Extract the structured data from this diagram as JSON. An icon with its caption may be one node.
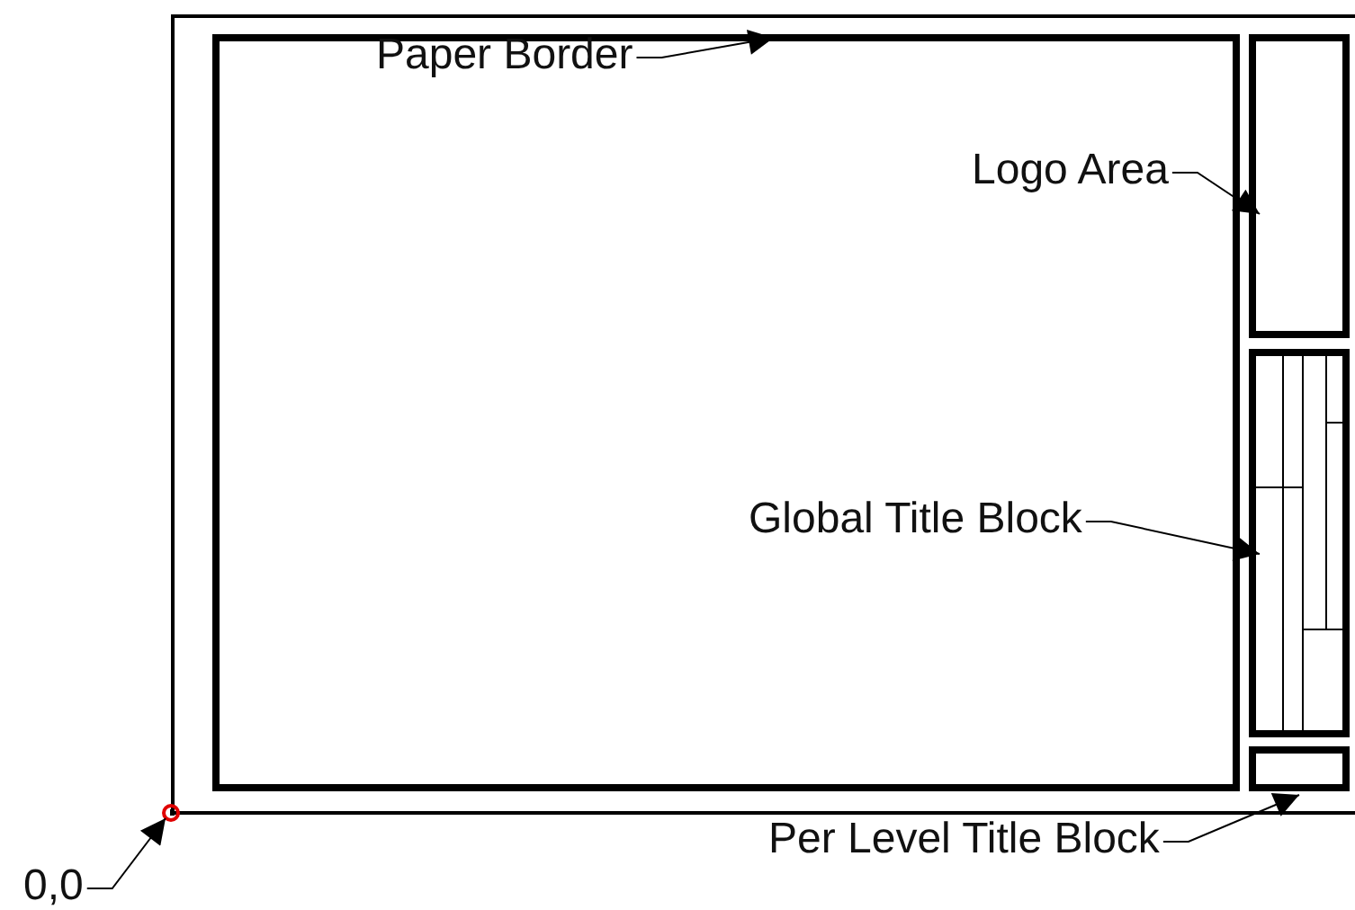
{
  "diagram": {
    "nodes": [
      {
        "text": [],
        "shape": "box"
      },
      {
        "text": [],
        "shape": "box",
        "in": 0
      },
      {
        "text": [],
        "shape": "box",
        "in": 0
      },
      {
        "text": [],
        "shape": "box",
        "in": 0
      },
      {
        "text": [],
        "shape": "box",
        "in": 0
      },
      {
        "text": [],
        "shape": "circle"
      },
      {
        "text": [
          "Paper Border"
        ],
        "in": 1
      },
      {
        "text": [
          "Logo Area"
        ],
        "in": 1
      },
      {
        "text": [
          "Global Title Block"
        ],
        "in": 1
      },
      {
        "text": [
          "Per Level Title Block"
        ]
      },
      {
        "text": [
          "0,0"
        ]
      }
    ],
    "edges": [
      {
        "from": 6,
        "to": 1,
        "arrow": "to"
      },
      {
        "from": 7,
        "to": 2,
        "arrow": "to"
      },
      {
        "from": 8,
        "to": 3,
        "arrow": "to"
      },
      {
        "from": 9,
        "to": 4,
        "arrow": "to"
      },
      {
        "from": 10,
        "to": 5,
        "arrow": "to"
      }
    ]
  }
}
